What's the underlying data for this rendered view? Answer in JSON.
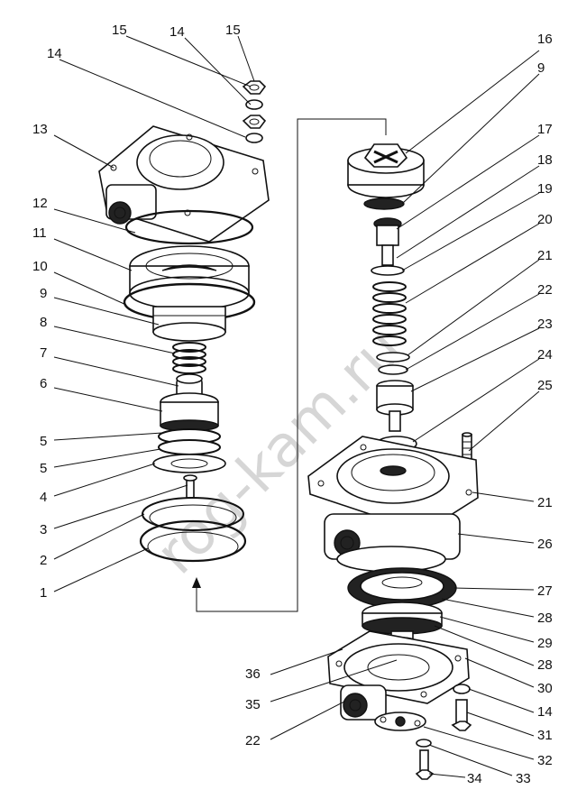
{
  "watermark": "rog-kam.ru",
  "labels_left": [
    "15",
    "14",
    "15",
    "14",
    "13",
    "12",
    "11",
    "10",
    "9",
    "8",
    "7",
    "6",
    "5",
    "5",
    "4",
    "3",
    "2",
    "1"
  ],
  "labels_right": [
    "16",
    "9",
    "17",
    "18",
    "19",
    "20",
    "21",
    "22",
    "23",
    "24",
    "25",
    "21",
    "26",
    "27",
    "28",
    "29",
    "28",
    "30",
    "14",
    "31",
    "32",
    "33",
    "34",
    "36",
    "35",
    "22"
  ]
}
